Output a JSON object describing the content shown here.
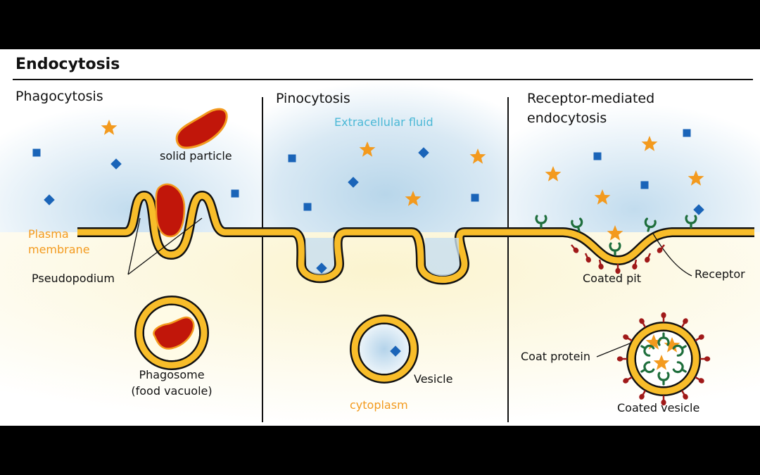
{
  "title": "Endocytosis",
  "sections": {
    "phagocytosis": {
      "heading": "Phagocytosis",
      "solid_particle": "solid particle",
      "plasma_membrane_line1": "Plasma",
      "plasma_membrane_line2": "membrane",
      "pseudopodium": "Pseudopodium",
      "phagosome_line1": "Phagosome",
      "phagosome_line2": "(food vacuole)"
    },
    "pinocytosis": {
      "heading": "Pinocytosis",
      "extracellular_fluid": "Extracellular fluid",
      "vesicle": "Vesicle",
      "cytoplasm": "cytoplasm"
    },
    "receptor_mediated": {
      "heading_line1": "Receptor-mediated",
      "heading_line2": "endocytosis",
      "coated_pit": "Coated pit",
      "receptor": "Receptor",
      "coat_protein": "Coat protein",
      "coated_vesicle": "Coated vesicle"
    }
  },
  "colors": {
    "membrane_fill": "#f8bd2a",
    "membrane_outline": "#111111",
    "particle": "#c1160a",
    "star": "#f39a1e",
    "square": "#1a64b8",
    "receptor": "#1e6e3c",
    "coat_protein": "#a01919",
    "extracellular": "#c9dfee",
    "cytoplasm": "#fbf6d6"
  }
}
